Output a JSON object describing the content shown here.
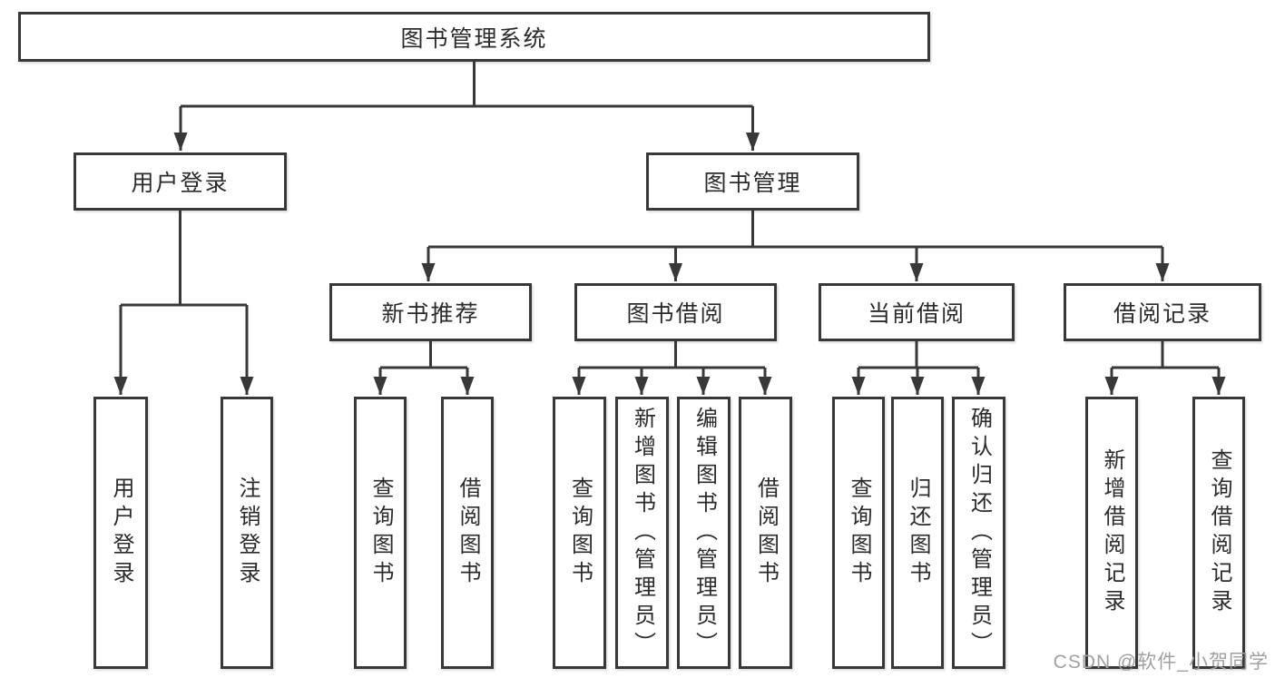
{
  "tree": {
    "root": "图书管理系统",
    "children": [
      {
        "label": "用户登录",
        "children": [
          "用户登录",
          "注销登录"
        ]
      },
      {
        "label": "图书管理",
        "children": [
          {
            "label": "新书推荐",
            "children": [
              "查询图书",
              "借阅图书"
            ]
          },
          {
            "label": "图书借阅",
            "children": [
              "查询图书",
              "新增图书（管理员）",
              "编辑图书（管理员）",
              "借阅图书"
            ]
          },
          {
            "label": "当前借阅",
            "children": [
              "查询图书",
              "归还图书",
              "确认归还（管理员）"
            ]
          },
          {
            "label": "借阅记录",
            "children": [
              "新增借阅记录",
              "查询借阅记录"
            ]
          }
        ]
      }
    ]
  },
  "watermark": {
    "text": "CSDN @软件_小贺同学"
  },
  "colors": {
    "line": "#383838",
    "border": "#383838",
    "text": "#2b2b2b",
    "background": "#ffffff",
    "watermark": "#a0a0a0"
  }
}
